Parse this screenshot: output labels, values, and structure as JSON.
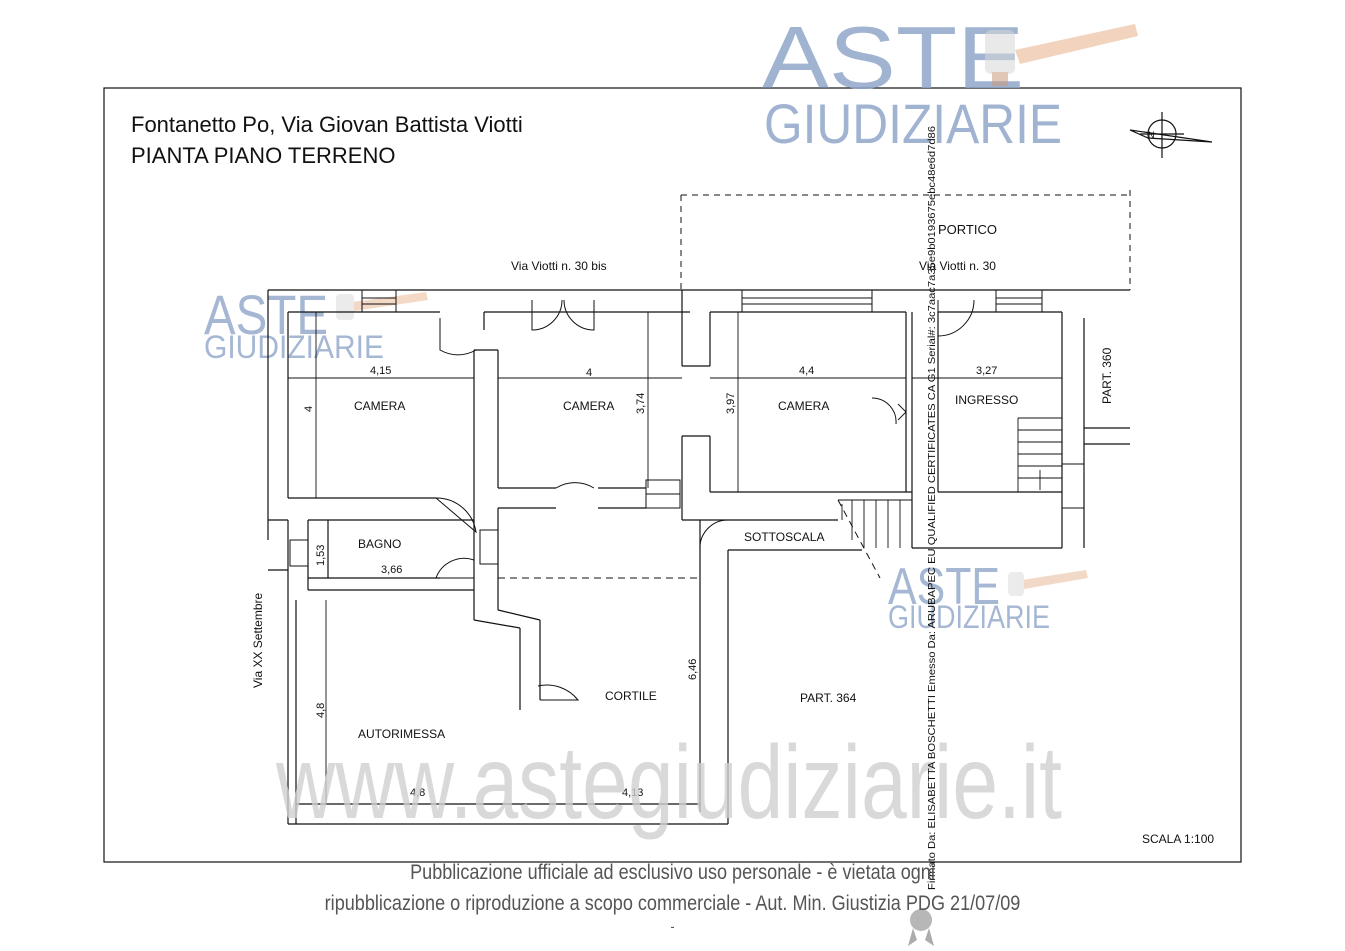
{
  "title": {
    "line1": "Fontanetto Po, Via Giovan Battista Viotti",
    "line2": "PIANTA PIANO TERRENO"
  },
  "rooms": {
    "camera_1": "CAMERA",
    "camera_2": "CAMERA",
    "camera_3": "CAMERA",
    "ingresso": "INGRESSO",
    "bagno": "BAGNO",
    "sottoscala": "SOTTOSCALA",
    "cortile": "CORTILE",
    "autorimessa": "AUTORIMESSA",
    "portico": "PORTICO"
  },
  "labels": {
    "via_viotti_30bis": "Via Viotti n. 30 bis",
    "via_viotti_30": "Via Viotti n. 30",
    "via_xx_settembre": "Via XX Settembre",
    "part_360": "PART. 360",
    "part_364": "PART. 364",
    "scale": "SCALA 1:100"
  },
  "dimensions": {
    "camera1_width": "4,15",
    "camera1_depth": "4",
    "camera2_width": "4",
    "camera2_depth": "3,74",
    "camera3_width": "4,4",
    "camera3_depth": "3,97",
    "ingresso_width": "3,27",
    "bagno_depth": "1,53",
    "bagno_width": "3,66",
    "autorimessa_depth": "4,8",
    "autorimessa_width": "4,8",
    "cortile_width": "4,13",
    "cortile_depth": "6,46"
  },
  "watermark": {
    "brand_line1": "ASTE",
    "brand_line2": "GIUDIZIARIE",
    "site": "www.astegiudiziarie.it",
    "signature": "Firmato Da: ELISABETTA BOSCHETTI Emesso Da: ARUBAPEC EU QUALIFIED CERTIFICATES CA G1 Serial#: 3c7aac7a35e9b0193675ebc48e6d7d86"
  },
  "notice": {
    "line1": "Pubblicazione ufficiale ad esclusivo uso personale - è vietata ogni",
    "line2": "ripubblicazione o riproduzione a scopo commerciale - Aut. Min. Giustizia PDG 21/07/09",
    "mark": "-"
  },
  "colors": {
    "watermark_blue": "#8fa6c9",
    "watermark_gray": "#cfcfcf",
    "plan_ink": "#111111",
    "notice_text": "#555555"
  },
  "icons": [
    "north-arrow-icon",
    "gavel-icon",
    "ribbon-seal-icon"
  ]
}
